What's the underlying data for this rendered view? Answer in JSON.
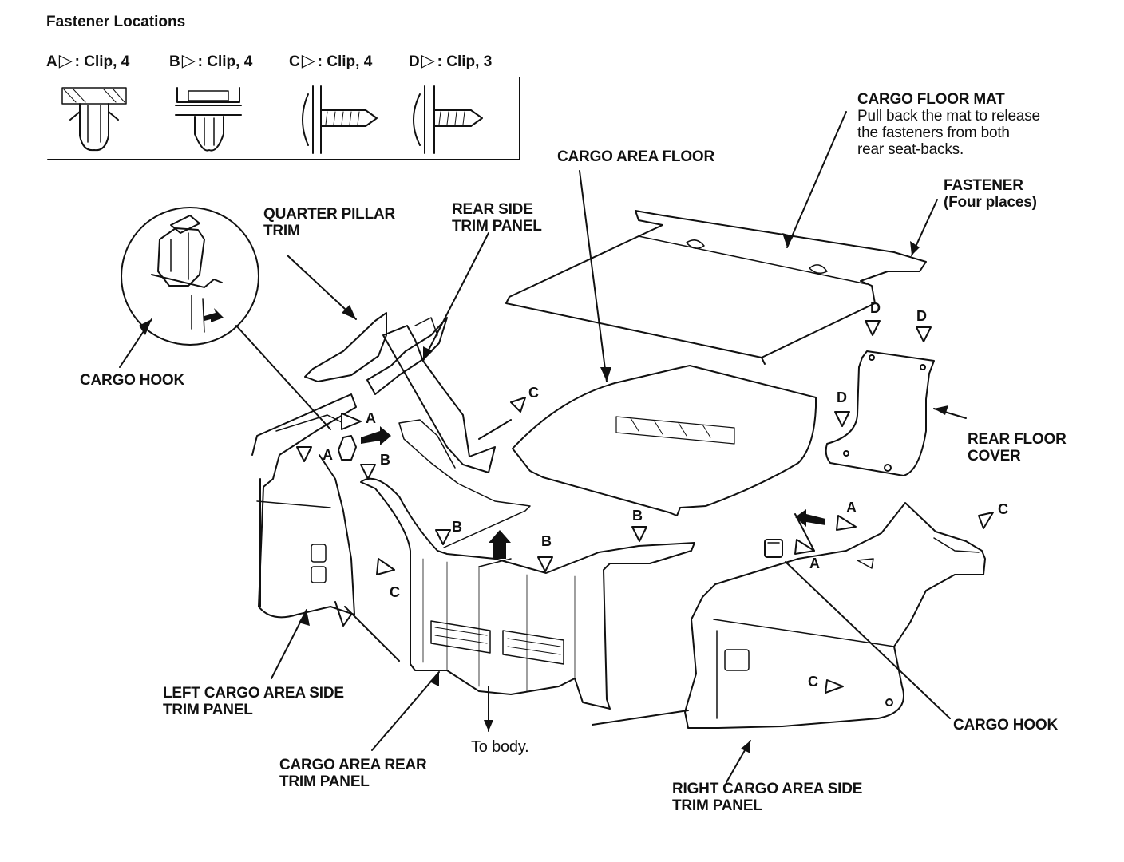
{
  "fastener_locations": {
    "title": "Fastener Locations",
    "clips": [
      {
        "letter": "A",
        "symbol": "▷",
        "text": ": Clip, 4"
      },
      {
        "letter": "B",
        "symbol": "▷",
        "text": ": Clip, 4"
      },
      {
        "letter": "C",
        "symbol": "▷",
        "text": ": Clip, 4"
      },
      {
        "letter": "D",
        "symbol": "▷",
        "text": ": Clip, 3"
      }
    ]
  },
  "labels": {
    "cargo_floor_mat": {
      "title": "CARGO FLOOR MAT",
      "note": [
        "Pull back the mat to release",
        "the fasteners from both",
        "rear seat-backs."
      ]
    },
    "cargo_area_floor": "CARGO AREA FLOOR",
    "fastener": [
      "FASTENER",
      "(Four places)"
    ],
    "quarter_pillar_trim": [
      "QUARTER PILLAR",
      "TRIM"
    ],
    "rear_side_trim_panel": [
      "REAR SIDE",
      "TRIM PANEL"
    ],
    "cargo_hook_left": "CARGO HOOK",
    "rear_floor_cover": [
      "REAR FLOOR",
      "COVER"
    ],
    "left_cargo_area_side_trim_panel": [
      "LEFT CARGO AREA SIDE",
      "TRIM PANEL"
    ],
    "cargo_area_rear_trim_panel": [
      "CARGO AREA REAR",
      "TRIM PANEL"
    ],
    "to_body": "To body.",
    "right_cargo_area_side_trim_panel": [
      "RIGHT CARGO AREA SIDE",
      "TRIM PANEL"
    ],
    "cargo_hook_right": "CARGO HOOK"
  },
  "clip_tags": [
    "A",
    "B",
    "C",
    "D"
  ]
}
